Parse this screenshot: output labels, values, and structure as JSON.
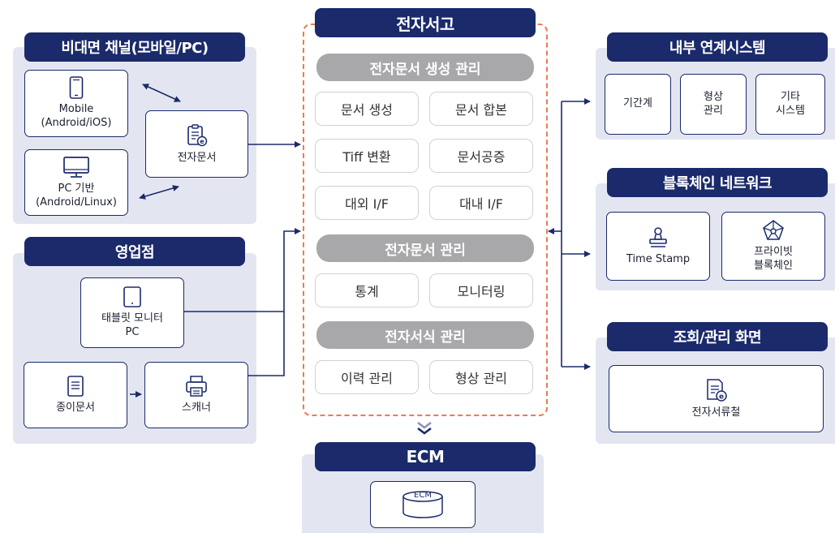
{
  "left": {
    "nonface": {
      "title": "비대면 채널(모바일/PC)",
      "mobile": "Mobile\n(Android/iOS)",
      "pc": "PC 기반\n(Android/Linux)",
      "edoc": "전자문서"
    },
    "branch": {
      "title": "영업점",
      "tablet": "태블릿 모니터\nPC",
      "paper": "종이문서",
      "scanner": "스캐너"
    }
  },
  "center": {
    "title": "전자서고",
    "groups": [
      {
        "title": "전자문서 생성 관리",
        "items": [
          "문서 생성",
          "문서 합본",
          "Tiff 변환",
          "문서공증",
          "대외 I/F",
          "대내 I/F"
        ]
      },
      {
        "title": "전자문서 관리",
        "items": [
          "통계",
          "모니터링"
        ]
      },
      {
        "title": "전자서식 관리",
        "items": [
          "이력 관리",
          "형상 관리"
        ]
      }
    ],
    "ecm": {
      "title": "ECM",
      "db_label": "ECM"
    }
  },
  "right": {
    "internal": {
      "title": "내부 연계시스템",
      "items": [
        "기간계",
        "형상\n관리",
        "기타\n시스템"
      ]
    },
    "blockchain": {
      "title": "블록체인 네트워크",
      "timestamp": "Time Stamp",
      "private": "프라이빗\n블록체인"
    },
    "view": {
      "title": "조회/관리 화면",
      "item": "전자서류철"
    }
  },
  "colors": {
    "navy": "#1b2a6b",
    "panel": "#e3e6f1",
    "dash": "#ee7a4c",
    "gray_head": "#a8a8ab"
  }
}
